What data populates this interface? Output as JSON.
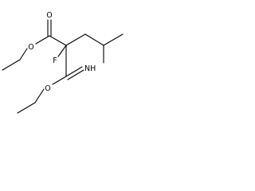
{
  "structure": {
    "atoms": [
      {
        "key": "o_carbonyl",
        "label": "O"
      },
      {
        "key": "o_ester1",
        "label": "O"
      },
      {
        "key": "fluorine",
        "label": "F"
      },
      {
        "key": "o_ester2",
        "label": "O"
      },
      {
        "key": "imine",
        "label": "NH"
      }
    ]
  }
}
